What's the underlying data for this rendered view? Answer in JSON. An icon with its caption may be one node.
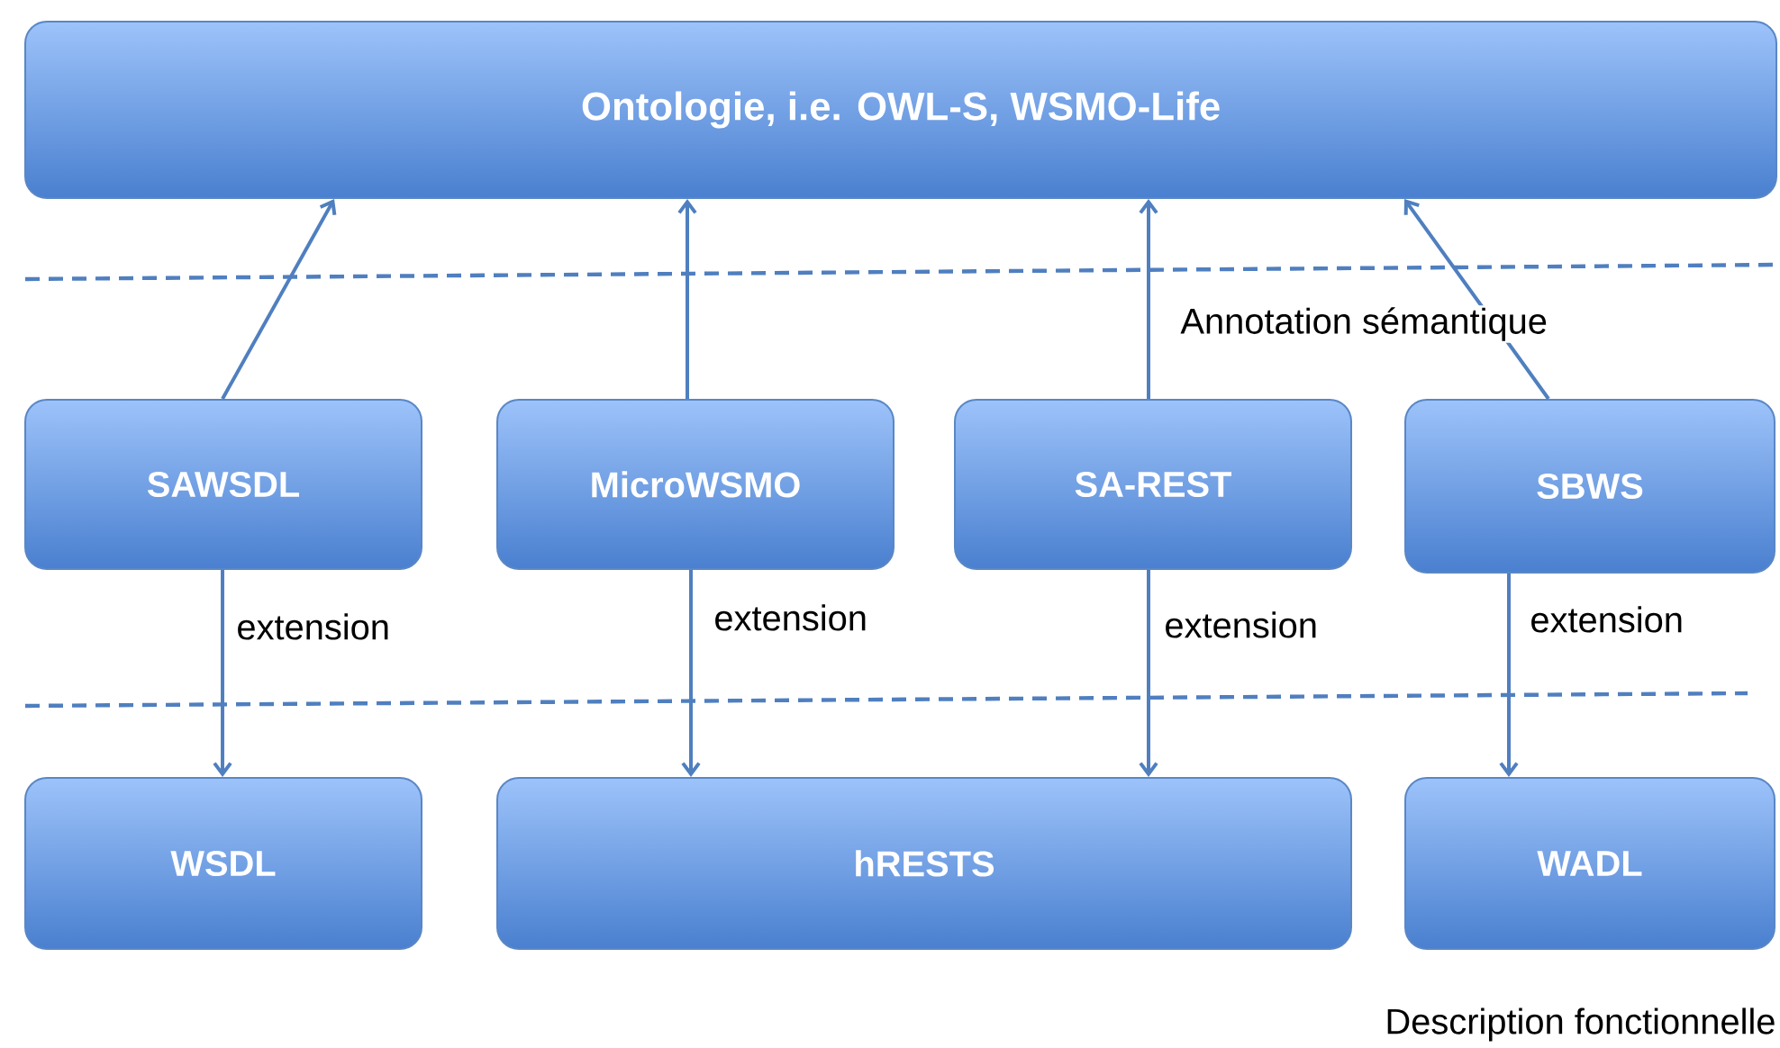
{
  "diagram": {
    "nodes": [
      {
        "text": [
          "Ontologie, i.e. OWL-S, WSMO-Life"
        ]
      },
      {
        "text": [
          "SAWSDL"
        ]
      },
      {
        "text": [
          "MicroWSMO"
        ]
      },
      {
        "text": [
          "SA-REST"
        ]
      },
      {
        "text": [
          "SBWS"
        ]
      },
      {
        "text": [
          "WSDL"
        ]
      },
      {
        "text": [
          "hRESTS"
        ]
      },
      {
        "text": [
          "WADL"
        ]
      }
    ],
    "edges": [
      {
        "from": 1,
        "to": 0,
        "arrow": "to"
      },
      {
        "from": 2,
        "to": 0,
        "arrow": "to"
      },
      {
        "from": 3,
        "to": 0,
        "arrow": "to"
      },
      {
        "from": 4,
        "to": 0,
        "arrow": "to"
      },
      {
        "from": 1,
        "to": 5,
        "arrow": "to",
        "label": "extension"
      },
      {
        "from": 2,
        "to": 6,
        "arrow": "to",
        "label": "extension"
      },
      {
        "from": 3,
        "to": 6,
        "arrow": "to",
        "label": "extension"
      },
      {
        "from": 4,
        "to": 7,
        "arrow": "to",
        "label": "extension"
      }
    ],
    "labels": [
      "Annotation sémantique",
      "Description fonctionnelle"
    ]
  }
}
